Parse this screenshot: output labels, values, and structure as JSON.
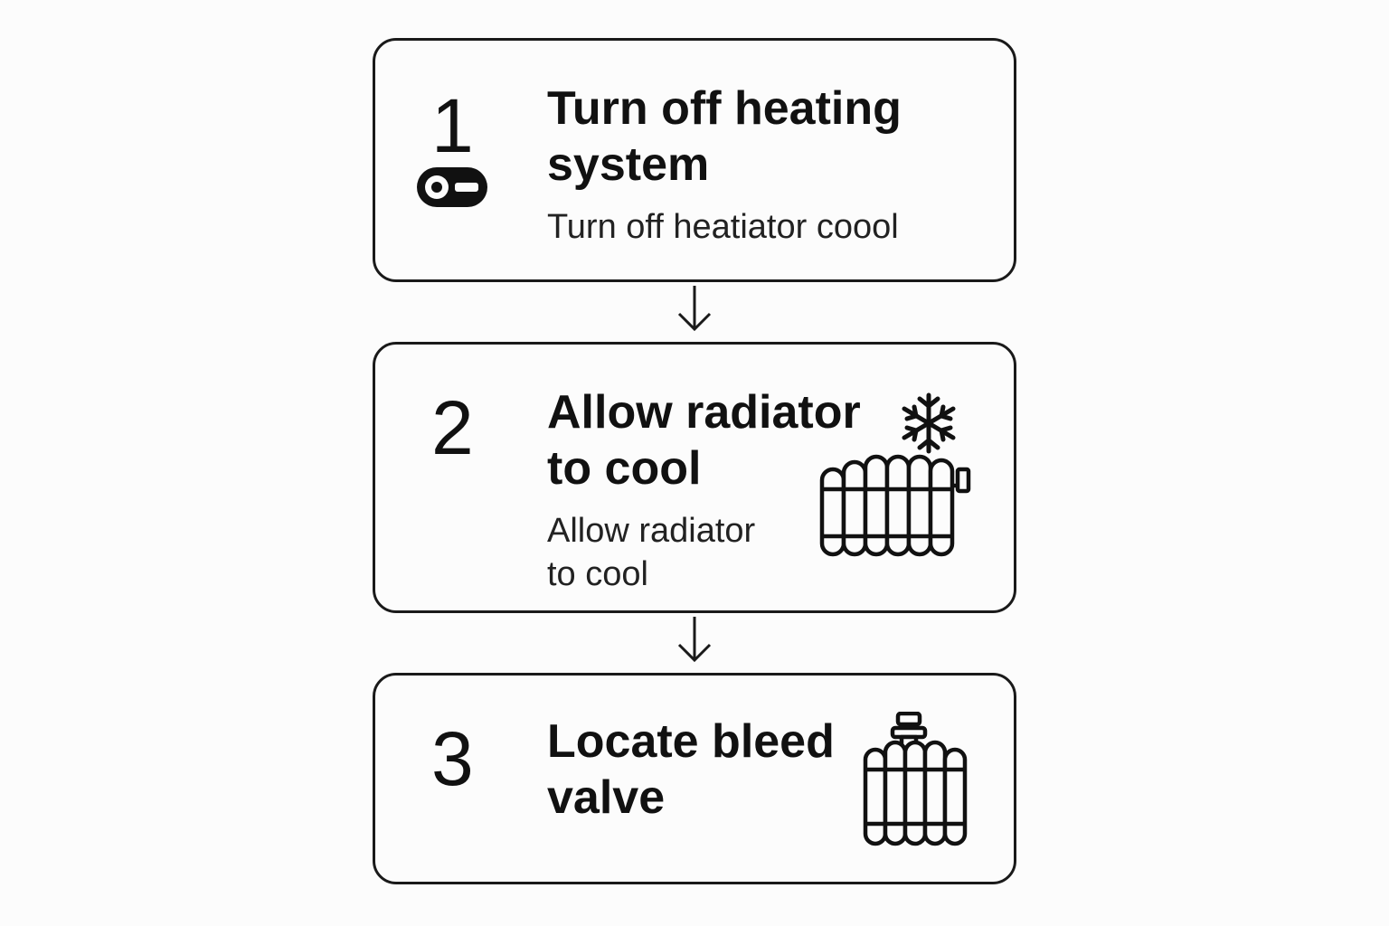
{
  "steps": [
    {
      "number": "1",
      "title": "Turn off heating\nsystem",
      "description": "Turn off heatiator coool",
      "icon": "switch-off-icon"
    },
    {
      "number": "2",
      "title": "Allow radiator\nto cool",
      "description": "Allow radiator\nto cool",
      "icon": "radiator-snowflake-icon"
    },
    {
      "number": "3",
      "title": "Locate bleed\nvalve",
      "icon": "radiator-valve-icon"
    }
  ],
  "connectors": [
    "down-arrow-icon",
    "down-arrow-icon"
  ],
  "colors": {
    "stroke": "#1a1a1a",
    "background": "#fcfcfc",
    "text": "#111111"
  }
}
